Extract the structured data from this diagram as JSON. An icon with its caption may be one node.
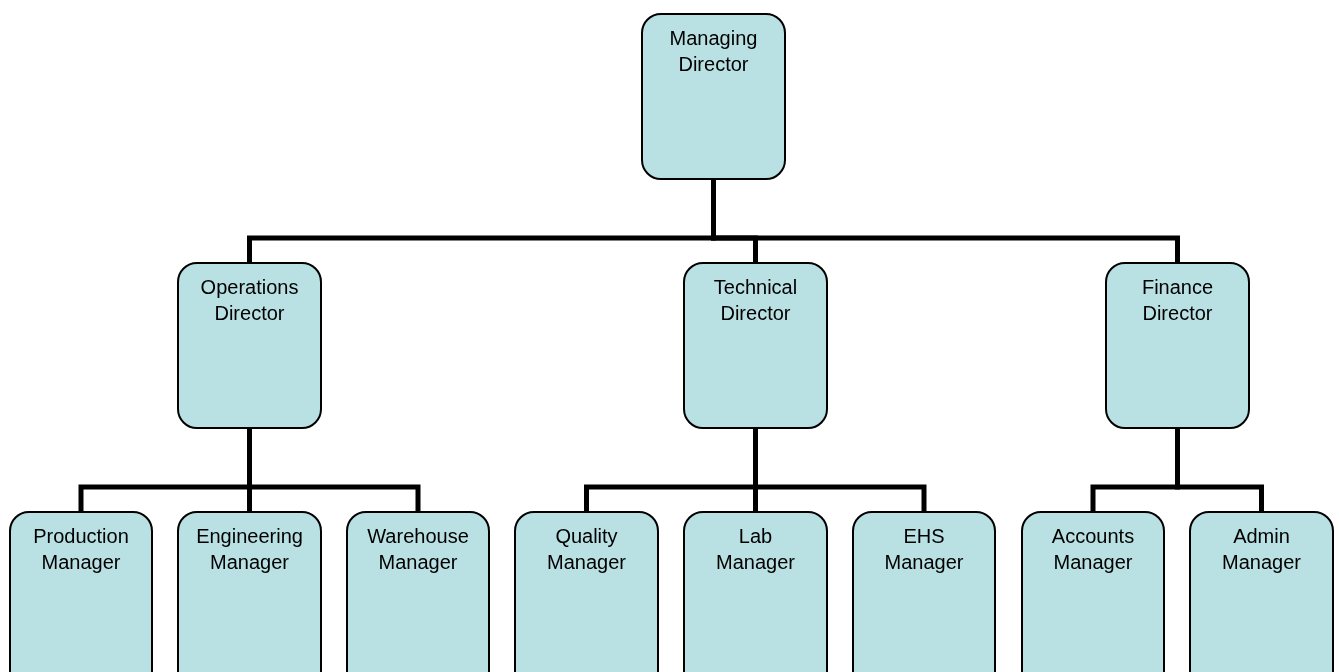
{
  "diagram": {
    "nodes": [
      {
        "text": [
          "Managing Director"
        ]
      },
      {
        "text": [
          "Operations Director"
        ]
      },
      {
        "text": [
          "Technical Director"
        ]
      },
      {
        "text": [
          "Finance Director"
        ]
      },
      {
        "text": [
          "Production Manager"
        ]
      },
      {
        "text": [
          "Engineering Manager"
        ]
      },
      {
        "text": [
          "Warehouse Manager"
        ]
      },
      {
        "text": [
          "Quality Manager"
        ]
      },
      {
        "text": [
          "Lab Manager"
        ]
      },
      {
        "text": [
          "EHS Manager"
        ]
      },
      {
        "text": [
          "Accounts Manager"
        ]
      },
      {
        "text": [
          "Admin Manager"
        ]
      }
    ],
    "edges": [
      {
        "from": 0,
        "to": 1,
        "arrow": "none"
      },
      {
        "from": 0,
        "to": 2,
        "arrow": "none"
      },
      {
        "from": 0,
        "to": 3,
        "arrow": "none"
      },
      {
        "from": 1,
        "to": 4,
        "arrow": "none"
      },
      {
        "from": 1,
        "to": 5,
        "arrow": "none"
      },
      {
        "from": 1,
        "to": 6,
        "arrow": "none"
      },
      {
        "from": 2,
        "to": 7,
        "arrow": "none"
      },
      {
        "from": 2,
        "to": 8,
        "arrow": "none"
      },
      {
        "from": 2,
        "to": 9,
        "arrow": "none"
      },
      {
        "from": 3,
        "to": 10,
        "arrow": "none"
      },
      {
        "from": 3,
        "to": 11,
        "arrow": "none"
      }
    ]
  }
}
